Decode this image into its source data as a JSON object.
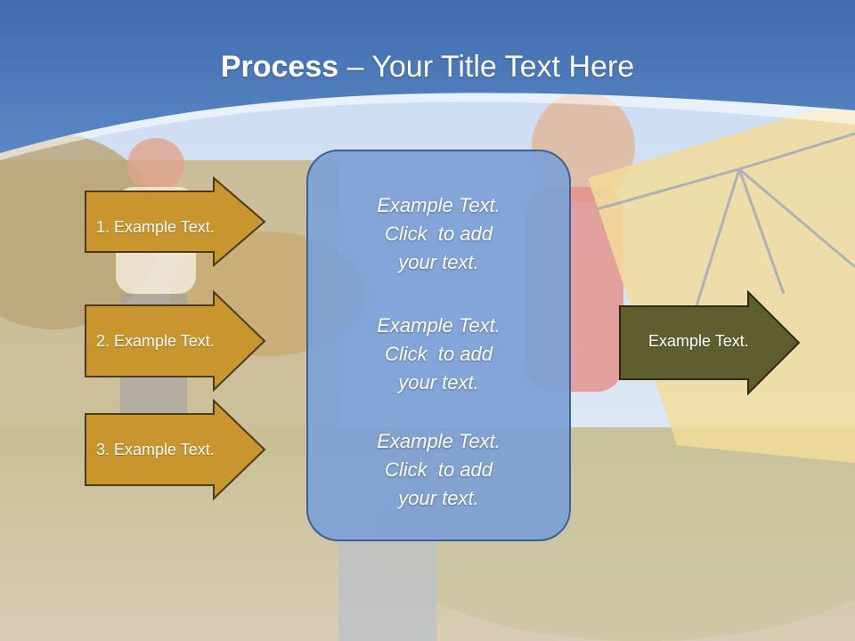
{
  "title": {
    "bold": "Process",
    "rest": " – Your Title Text Here"
  },
  "left_arrows": [
    {
      "label": "1. Example Text."
    },
    {
      "label": "2. Example Text."
    },
    {
      "label": "3. Example Text."
    }
  ],
  "center_box": {
    "paragraphs": [
      {
        "lines": [
          "Example Text.",
          "Click  to add",
          "your text."
        ]
      },
      {
        "lines": [
          "Example Text.",
          "Click  to add",
          "your text."
        ]
      },
      {
        "lines": [
          "Example Text.",
          "Click  to add",
          "your text."
        ]
      }
    ]
  },
  "right_arrow": {
    "label": "Example Text."
  },
  "colors": {
    "header_blue": "#4a78b8",
    "left_arrow_fill": "#c8952e",
    "right_arrow_fill": "#5e5e2e",
    "center_box_fill": "#7da0d6"
  }
}
